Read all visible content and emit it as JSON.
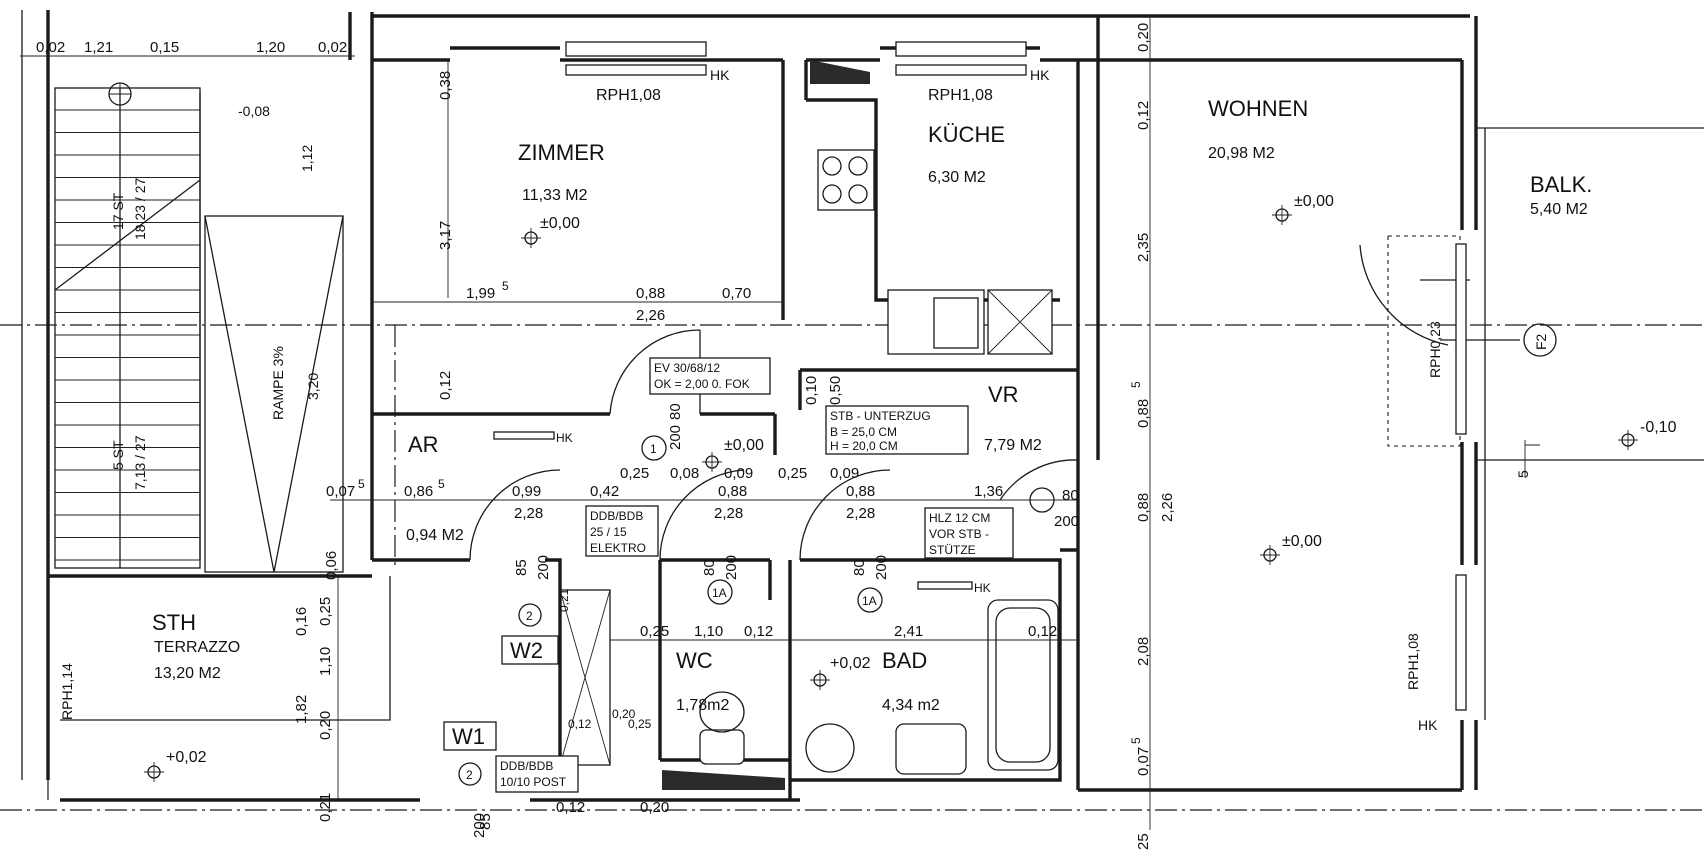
{
  "rooms": {
    "zimmer": {
      "name": "ZIMMER",
      "area": "11,33 M2",
      "level": "±0,00",
      "rph": "RPH1,08"
    },
    "kueche": {
      "name": "KÜCHE",
      "area": "6,30 M2",
      "rph": "RPH1,08"
    },
    "wohnen": {
      "name": "WOHNEN",
      "area": "20,98 M2",
      "level1": "±0,00",
      "level2": "±0,00"
    },
    "balkon": {
      "name": "BALK.",
      "area": "5,40 M2",
      "level": "-0,10"
    },
    "vr": {
      "name": "VR",
      "area": "7,79 M2",
      "level": "±0,00"
    },
    "ar": {
      "name": "AR",
      "area": "0,94 M2"
    },
    "sth": {
      "name": "STH",
      "sub": "TERRAZZO",
      "area": "13,20 M2",
      "level": "+0,02"
    },
    "wc": {
      "name": "WC",
      "area": "1,78m2"
    },
    "bad": {
      "name": "BAD",
      "area": "4,34 m2",
      "level": "+0,02"
    }
  },
  "stairs": {
    "upper": "17 ST",
    "upper_ratio": "18,23 / 27",
    "lower": "5 ST",
    "lower_ratio": "7,13 / 27",
    "ramp": "RAMPE 3%",
    "level": "-0,08"
  },
  "notes": {
    "ev_line1": "EV 30/68/12",
    "ev_line2": "OK = 2,00 0. FOK",
    "stb_line1": "STB - UNTERZUG",
    "stb_line2": "B = 25,0 CM",
    "stb_line3": "H = 20,0 CM",
    "hlz_line1": "HLZ 12 CM",
    "hlz_line2": "VOR STB -",
    "hlz_line3": "STÜTZE",
    "ddb1_line1": "DDB/BDB",
    "ddb1_line2": "25 / 15",
    "ddb1_line3": "ELEKTRO",
    "ddb2_line1": "DDB/BDB",
    "ddb2_line2": "10/10 POST"
  },
  "markers": {
    "w1": "W1",
    "w2": "W2",
    "f2": "F2",
    "c1": "1",
    "c1a_a": "1A",
    "c1a_b": "1A",
    "c2_a": "2",
    "c2_b": "2",
    "hk": "HK"
  },
  "rph": {
    "balcony_door": "RPH0,23",
    "right_window": "RPH1,08",
    "sth_window": "RPH1,14"
  },
  "dims": {
    "top_0": "0,02",
    "top_1": "1,21",
    "top_2": "0,15",
    "top_3": "1,20",
    "top_4": "0,02",
    "z_038": "0,38",
    "z_317": "3,17",
    "z_012": "0,12",
    "st_112": "1,12",
    "st_320": "3,20",
    "zr_199": "1,99",
    "zr_199_sup": "5",
    "zr_088": "0,88",
    "zr_070": "0,70",
    "zr_226": "2,26",
    "w_020": "0,20",
    "w_012": "0,12",
    "w_235": "2,35",
    "w_0885": "0,88",
    "w_0885_sup": "5",
    "w_088": "0,88",
    "w_226": "2,26",
    "w_208": "2,08",
    "w_0075": "0,07",
    "w_0075_sup": "5",
    "w_025": "25",
    "r_0075": "0,07",
    "r_0075_sup": "5",
    "r_0865": "0,86",
    "r_0865_sup": "5",
    "r_099": "0,99",
    "r_228a": "2,28",
    "r_042": "0,42",
    "r_088a": "0,88",
    "r_228b": "2,28",
    "r_025a": "0,25",
    "r_008": "0,08",
    "r_009a": "0,09",
    "r_025b": "0,25",
    "r_009b": "0,09",
    "r_088b": "0,88",
    "r_228c": "2,28",
    "r_136": "1,36",
    "d_80a": "80",
    "d_200a": "200",
    "d_80b": "80",
    "d_200b": "200",
    "d_85a": "85",
    "d_200c": "200",
    "d_80c": "80",
    "d_200d": "200",
    "d_80d": "80",
    "d_200e": "200",
    "d_85b": "85",
    "d_200f": "200",
    "vr_010": "0,10",
    "vr_050": "0,50",
    "b_025": "0,25",
    "b_110": "1,10",
    "b_012a": "0,12",
    "b_241": "2,41",
    "b_012b": "0,12",
    "s_006": "0,06",
    "s_016": "0,16",
    "s_025": "0,25",
    "s_110": "1,10",
    "s_182": "1,82",
    "s_020": "0,20",
    "s_021": "0,21",
    "c_021": "0,21",
    "c_012": "0,12",
    "c_020a": "0,20",
    "c_025": "0,25",
    "c_012b": "0,12",
    "c_020b": "0,20",
    "bk_5": "5"
  }
}
